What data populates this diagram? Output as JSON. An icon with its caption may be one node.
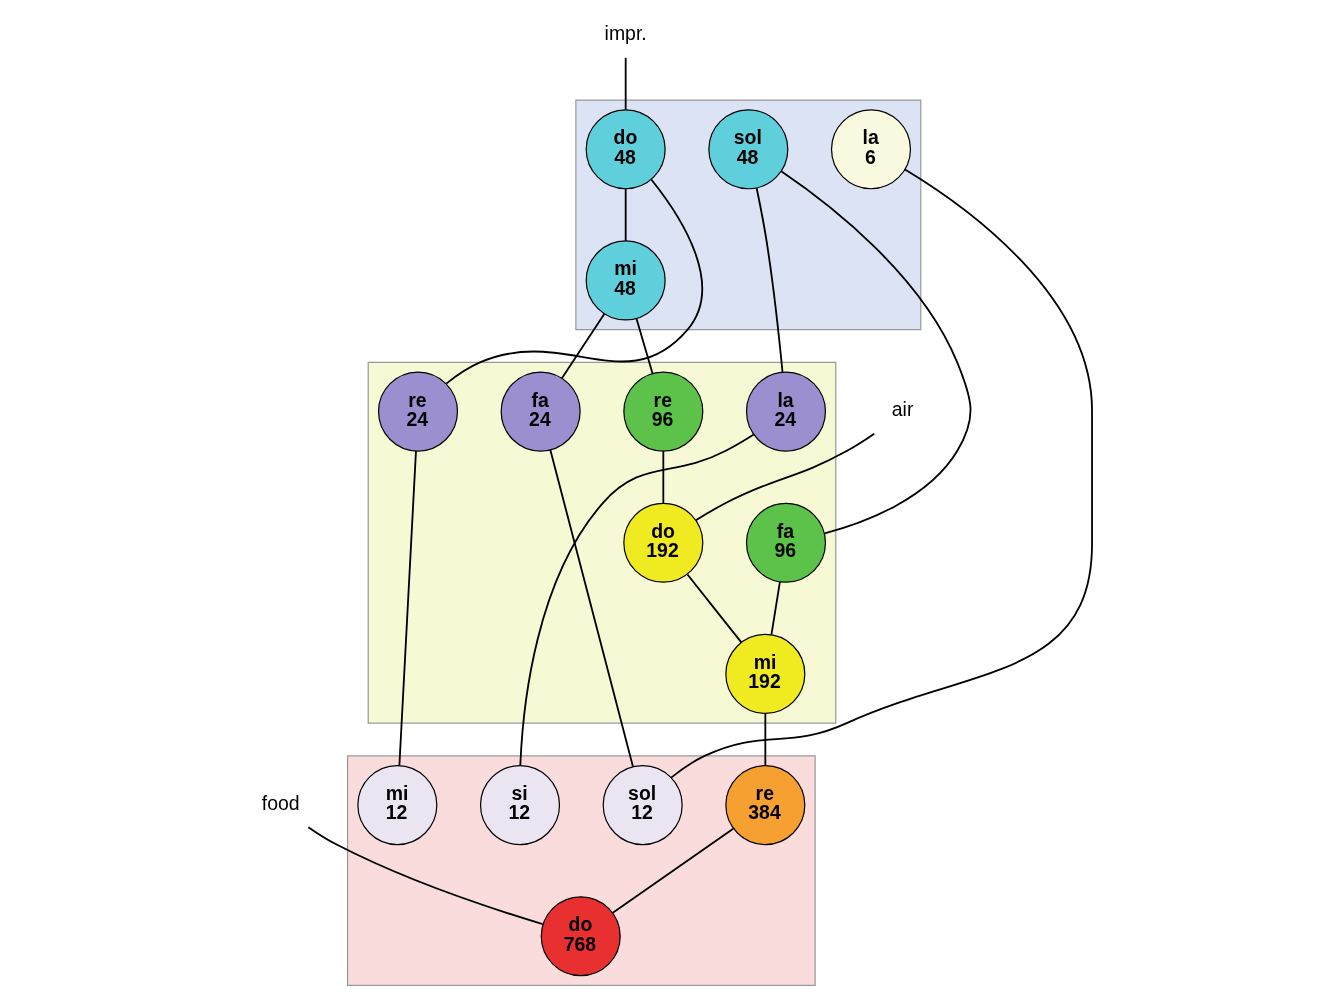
{
  "diagram": {
    "nodes": [
      {
        "text": [],
        "shape": "band"
      },
      {
        "text": [
          "impr."
        ]
      },
      {
        "text": [
          "do",
          "48"
        ],
        "in": 0
      },
      {
        "text": [
          "mi",
          "48"
        ],
        "in": 0
      },
      {
        "text": [
          "sol",
          "48"
        ],
        "in": 0
      },
      {
        "text": [
          "la",
          "6"
        ],
        "in": 0
      },
      {
        "text": [
          "air"
        ]
      },
      {
        "text": [
          "food"
        ]
      },
      {
        "text": [],
        "shape": "band"
      },
      {
        "text": [
          "re",
          "24"
        ],
        "in": 8
      },
      {
        "text": [
          "fa",
          "24"
        ],
        "in": 8
      },
      {
        "text": [
          "la",
          "24"
        ],
        "in": 8
      },
      {
        "text": [
          "re",
          "96"
        ],
        "in": 8
      },
      {
        "text": [
          "fa",
          "96"
        ],
        "in": 8
      },
      {
        "text": [
          "do",
          "192"
        ],
        "in": 8
      },
      {
        "text": [
          "mi",
          "192"
        ],
        "in": 8
      },
      {
        "text": [],
        "shape": "band"
      },
      {
        "text": [
          "re",
          "384"
        ],
        "in": 16
      },
      {
        "text": [
          "do",
          "768"
        ],
        "in": 16
      },
      {
        "text": [
          "mi",
          "12"
        ],
        "in": 16
      },
      {
        "text": [
          "sol",
          "12"
        ],
        "in": 16
      },
      {
        "text": [
          "si",
          "12"
        ],
        "in": 16
      }
    ],
    "edges": [
      {
        "from": 1,
        "to": 2,
        "arrow": "none"
      },
      {
        "from": 2,
        "to": 3,
        "arrow": "none"
      },
      {
        "from": 2,
        "to": 9,
        "arrow": "none"
      },
      {
        "from": 3,
        "to": 10,
        "arrow": "none"
      },
      {
        "from": 3,
        "to": 12,
        "arrow": "none"
      },
      {
        "from": 4,
        "to": 11,
        "arrow": "none"
      },
      {
        "from": 4,
        "to": 13,
        "arrow": "none"
      },
      {
        "from": 5,
        "to": 20,
        "arrow": "none"
      },
      {
        "from": 6,
        "to": 14,
        "arrow": "none"
      },
      {
        "from": 7,
        "to": 18,
        "arrow": "none"
      },
      {
        "from": 9,
        "to": 19,
        "arrow": "none"
      },
      {
        "from": 10,
        "to": 20,
        "arrow": "none"
      },
      {
        "from": 11,
        "to": 21,
        "arrow": "none"
      },
      {
        "from": 12,
        "to": 14,
        "arrow": "none"
      },
      {
        "from": 13,
        "to": 15,
        "arrow": "none"
      },
      {
        "from": 14,
        "to": 15,
        "arrow": "none"
      },
      {
        "from": 15,
        "to": 17,
        "arrow": "none"
      },
      {
        "from": 17,
        "to": 18,
        "arrow": "none"
      }
    ]
  }
}
